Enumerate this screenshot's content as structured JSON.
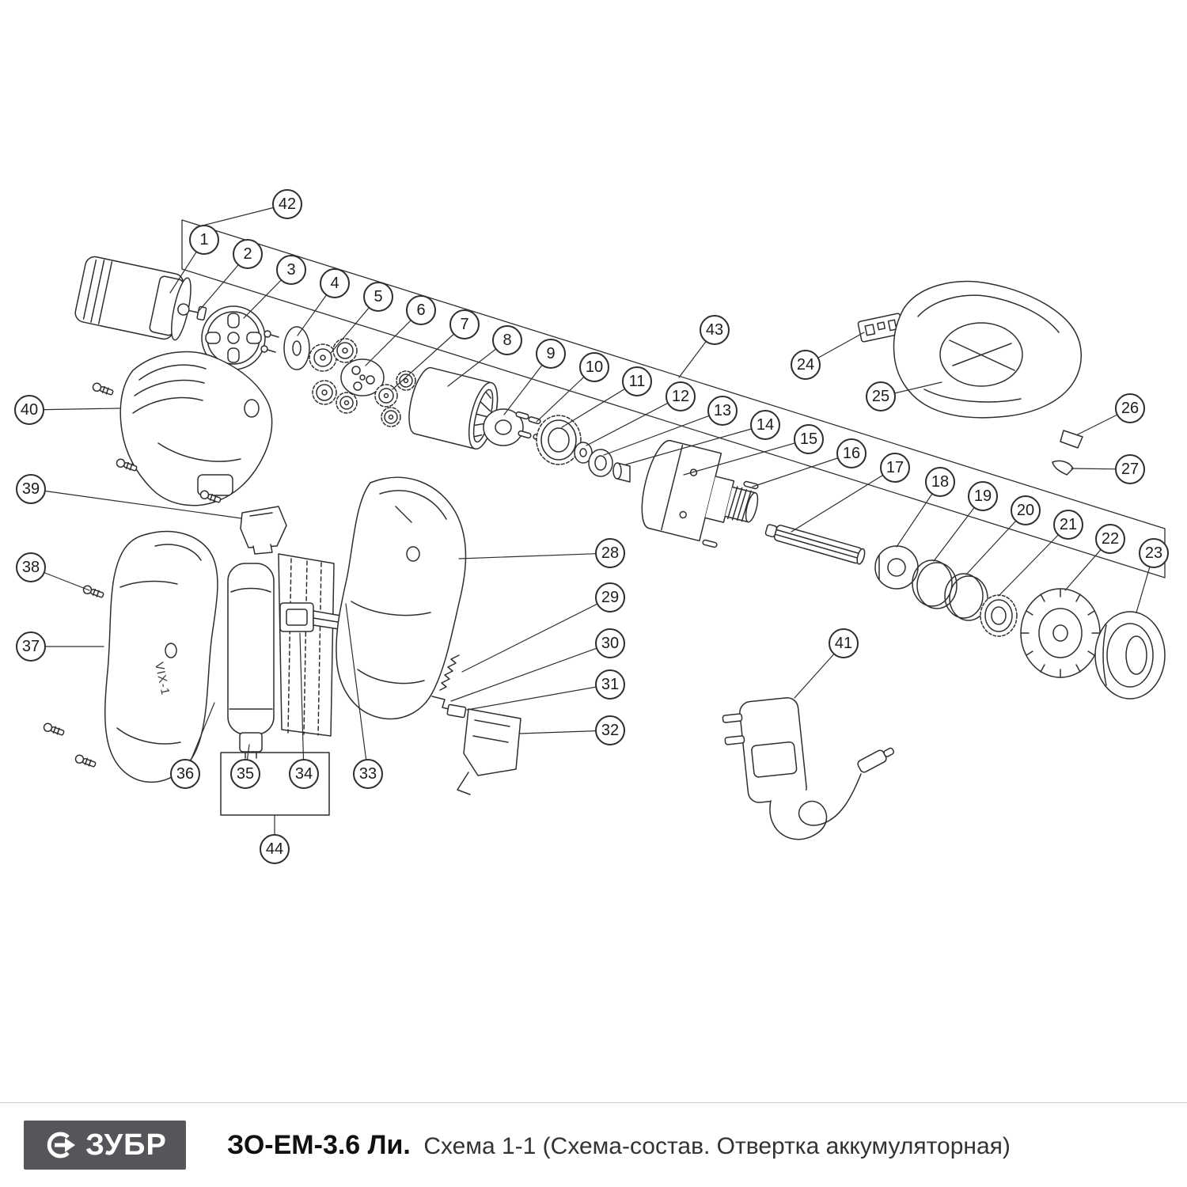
{
  "footer": {
    "brand": "ЗУБР",
    "model": "ЗО-ЕМ-3.6 Ли.",
    "subtitle": "Схема 1-1 (Схема-состав. Отвертка аккумуляторная)"
  },
  "drawing": {
    "handle_label": "VIX-1"
  },
  "colors": {
    "line": "#2e2e2e",
    "footer_logo_bg": "#55565a"
  },
  "callouts": [
    "1",
    "2",
    "3",
    "4",
    "5",
    "6",
    "7",
    "8",
    "9",
    "10",
    "11",
    "12",
    "13",
    "14",
    "15",
    "16",
    "17",
    "18",
    "19",
    "20",
    "21",
    "22",
    "23",
    "24",
    "25",
    "26",
    "27",
    "28",
    "29",
    "30",
    "31",
    "32",
    "33",
    "34",
    "35",
    "36",
    "37",
    "38",
    "39",
    "40",
    "41",
    "42",
    "43",
    "44"
  ]
}
